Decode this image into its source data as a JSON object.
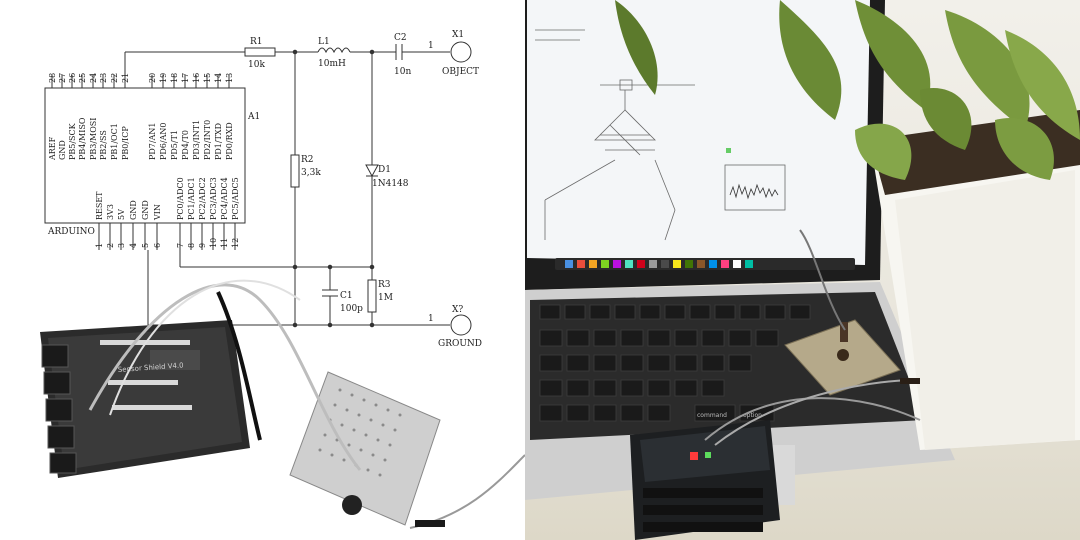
{
  "schematic": {
    "resistor_r1": {
      "ref": "R1",
      "value": "10k"
    },
    "inductor_l1": {
      "ref": "L1",
      "value": "10mH"
    },
    "capacitor_c2": {
      "ref": "C2",
      "value": "10n"
    },
    "output_x1": {
      "ref": "X1",
      "pin": "1",
      "label": "OBJECT"
    },
    "resistor_r2": {
      "ref": "R2",
      "value": "3,3k"
    },
    "diode_d1": {
      "ref": "D1",
      "value": "1N4148"
    },
    "capacitor_c1": {
      "ref": "C1",
      "value": "100p"
    },
    "resistor_r3": {
      "ref": "R3",
      "value": "1M"
    },
    "output_ground": {
      "ref": "X?",
      "pin": "1",
      "label": "GROUND"
    },
    "arduino": {
      "ref": "A1",
      "name": "ARDUINO",
      "top_pin_numbers": [
        "28",
        "27",
        "26",
        "25",
        "24",
        "23",
        "22",
        "21",
        "20",
        "19",
        "18",
        "17",
        "16",
        "15",
        "14",
        "13"
      ],
      "top_pin_labels": [
        "AREF",
        "GND",
        "PB5/SCK",
        "PB4/MISO",
        "PB3/MOSI",
        "PB2/SS",
        "PB1/OC1",
        "PB0/ICP",
        "",
        "PD7/AN1",
        "PD6/AN0",
        "PD5/T1",
        "PD4/T0",
        "PD3/INT1",
        "PD2/INT0",
        "PD1/TXD",
        "PD0/RXD"
      ],
      "top_labels": [
        "AREF",
        "GND",
        "PB5/SCK",
        "PB4/MISO",
        "PB3/MOSI",
        "PB2/SS",
        "PB1/OC1",
        "PB0/ICP",
        "PD7/AN1",
        "PD6/AN0",
        "PD5/T1",
        "PD4/T0",
        "PD3/INT1",
        "PD2/INT0",
        "PD1/TXD",
        "PD0/RXD"
      ],
      "bottom_labels": [
        "RESET",
        "3V3",
        "5V",
        "GND",
        "GND",
        "VIN",
        "PC0/ADC0",
        "PC1/ADC1",
        "PC2/ADC2",
        "PC3/ADC3",
        "PC4/ADC4",
        "PC5/ADC5"
      ],
      "bottom_pin_numbers": [
        "1",
        "2",
        "3",
        "4",
        "5",
        "6",
        "7",
        "8",
        "9",
        "10",
        "11",
        "12"
      ]
    }
  },
  "photo_left": {
    "shield_print": "Sensor Shield V4.0"
  },
  "photo_right": {
    "laptop_key_label": "command",
    "laptop_key_label_2": "option"
  }
}
